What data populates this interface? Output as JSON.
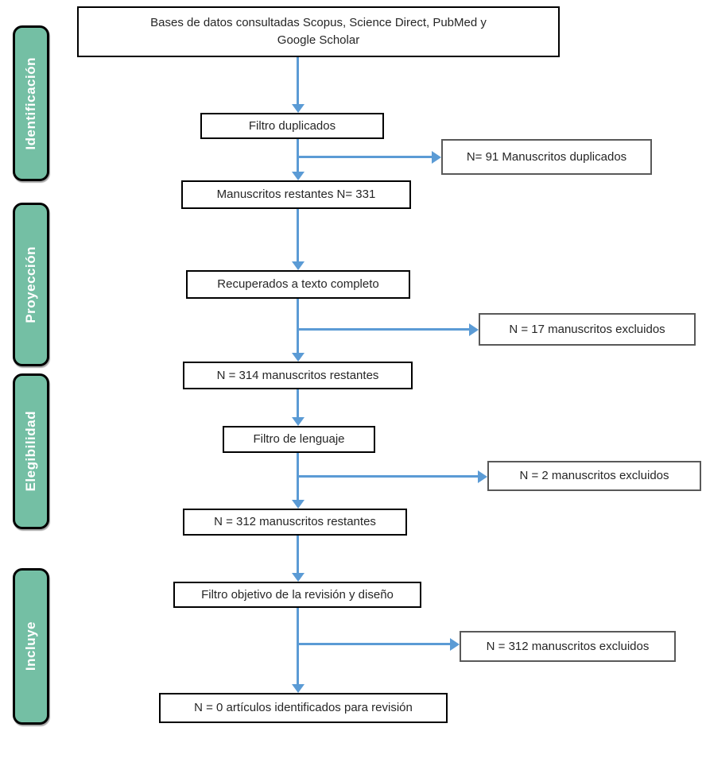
{
  "colors": {
    "arrow": "#5B9BD5",
    "stage_fill": "#74BFA4",
    "stage_text": "#FFFFFF",
    "node_border": "#000000",
    "side_box_border": "#595959"
  },
  "sidebar": {
    "stages": [
      {
        "label": "Identificación"
      },
      {
        "label": "Proyección"
      },
      {
        "label": "Elegibilidad"
      },
      {
        "label": "Incluye"
      }
    ]
  },
  "nodes": {
    "source": "Bases de datos consultadas Scopus, Science Direct, PubMed y Google Scholar",
    "filter_duplicates": "Filtro duplicados",
    "remaining_331": "Manuscritos restantes N= 331",
    "fulltext_retrieved": "Recuperados a texto completo",
    "remaining_314": "N = 314 manuscritos restantes",
    "filter_language": "Filtro de lenguaje",
    "remaining_312": "N = 312 manuscritos restantes",
    "filter_objective": "Filtro objetivo de la revisión y diseño",
    "included_for_review": "N = 0 artículos identificados para revisión"
  },
  "exclusions": {
    "duplicates_91": "N= 91 Manuscritos duplicados",
    "excluded_17": "N = 17 manuscritos excluidos",
    "excluded_2": "N = 2 manuscritos excluidos",
    "excluded_312": "N = 312 manuscritos excluidos"
  }
}
